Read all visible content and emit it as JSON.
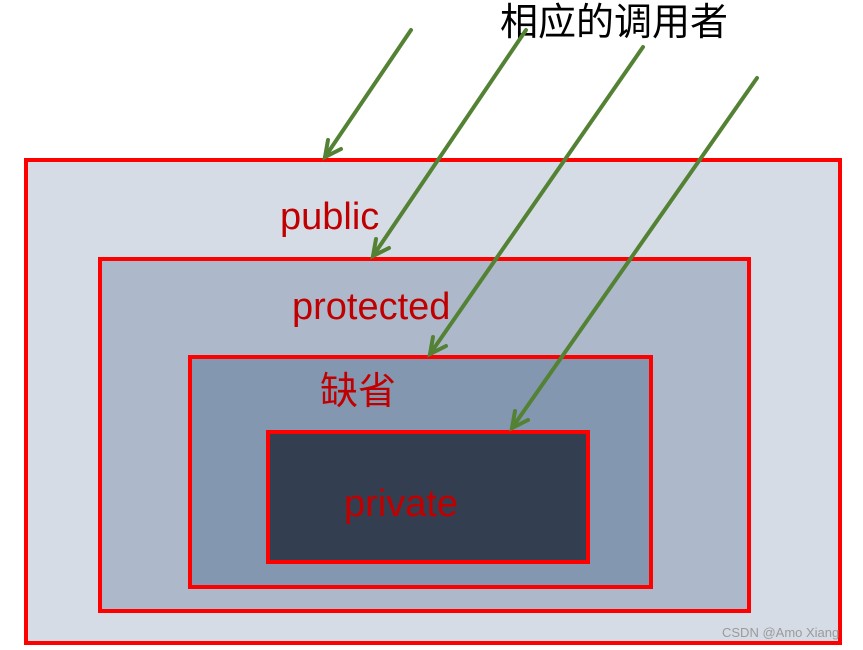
{
  "title": "相应的调用者",
  "levels": {
    "public": "public",
    "protected": "protected",
    "default": "缺省",
    "private": "private"
  },
  "watermark": "CSDN @Amo Xiang",
  "colors": {
    "border": "#ff0000",
    "label": "#c00000",
    "arrow": "#548235",
    "public_fill": "#d6dce5",
    "protected_fill": "#adb9ca",
    "default_fill": "#8497b0",
    "private_fill": "#333f50"
  }
}
